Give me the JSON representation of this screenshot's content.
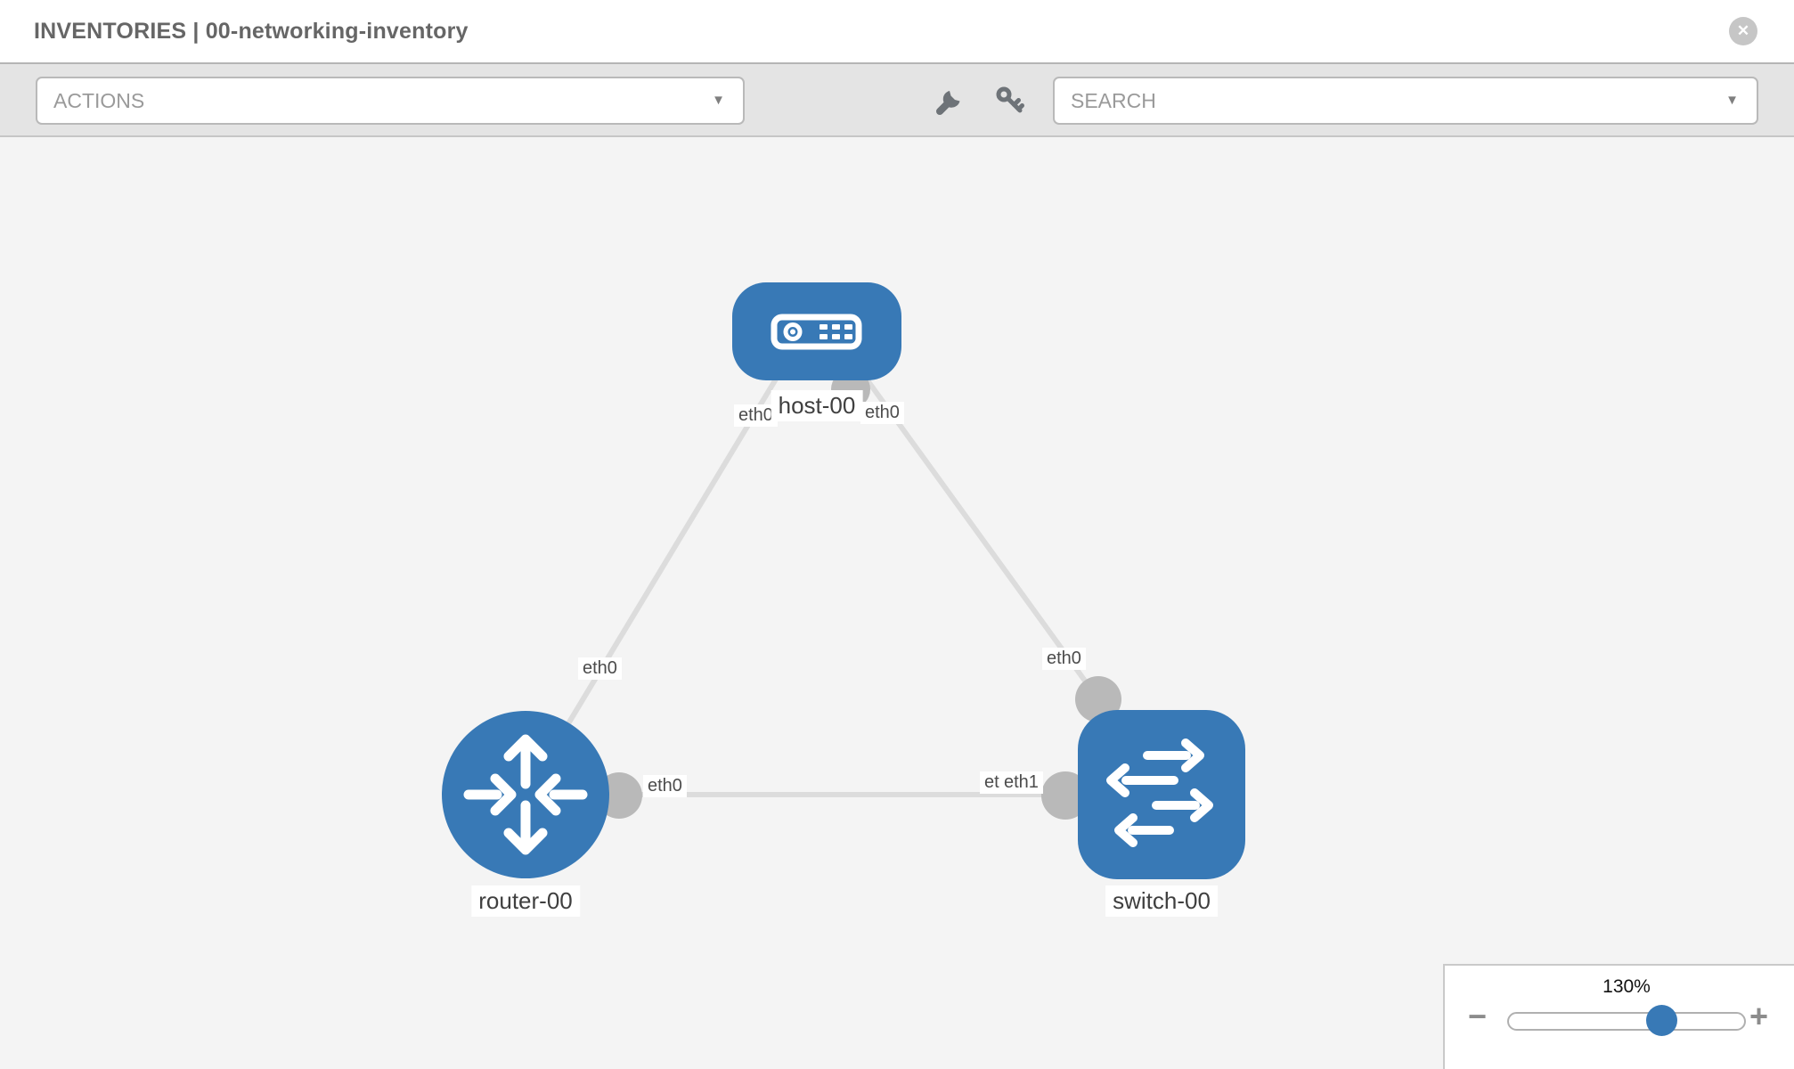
{
  "header": {
    "title": "INVENTORIES | 00-networking-inventory",
    "close_glyph": "✕"
  },
  "toolbar": {
    "actions_label": "ACTIONS",
    "search_placeholder": "SEARCH",
    "caret_glyph": "▼",
    "icons": [
      "wrench",
      "key"
    ]
  },
  "diagram": {
    "nodes": [
      {
        "id": "host-00",
        "type": "host",
        "label": "host-00"
      },
      {
        "id": "router-00",
        "type": "router",
        "label": "router-00"
      },
      {
        "id": "switch-00",
        "type": "switch",
        "label": "switch-00"
      }
    ],
    "links": [
      {
        "source": "host-00",
        "source_interface": "eth0",
        "target": "router-00",
        "target_interface": "eth0"
      },
      {
        "source": "host-00",
        "source_interface": "eth0",
        "target": "switch-00",
        "target_interface": "eth0"
      },
      {
        "source": "router-00",
        "source_interface": "eth0",
        "target": "switch-00",
        "target_interface": "eth1"
      }
    ],
    "interface_labels": [
      {
        "text": "eth0"
      },
      {
        "text": "eth0"
      },
      {
        "text": "eth0"
      },
      {
        "text": "eth0"
      },
      {
        "text": "eth0"
      },
      {
        "text": "eth0"
      },
      {
        "text": "eth1"
      }
    ]
  },
  "zoom_control": {
    "level": "130%",
    "minus_glyph": "−",
    "plus_glyph": "+"
  },
  "colors": {
    "node_blue": "#3879b6",
    "port_gray": "#b9b9b9",
    "link_gray": "#dcdcdc",
    "canvas_bg": "#f4f4f4"
  }
}
